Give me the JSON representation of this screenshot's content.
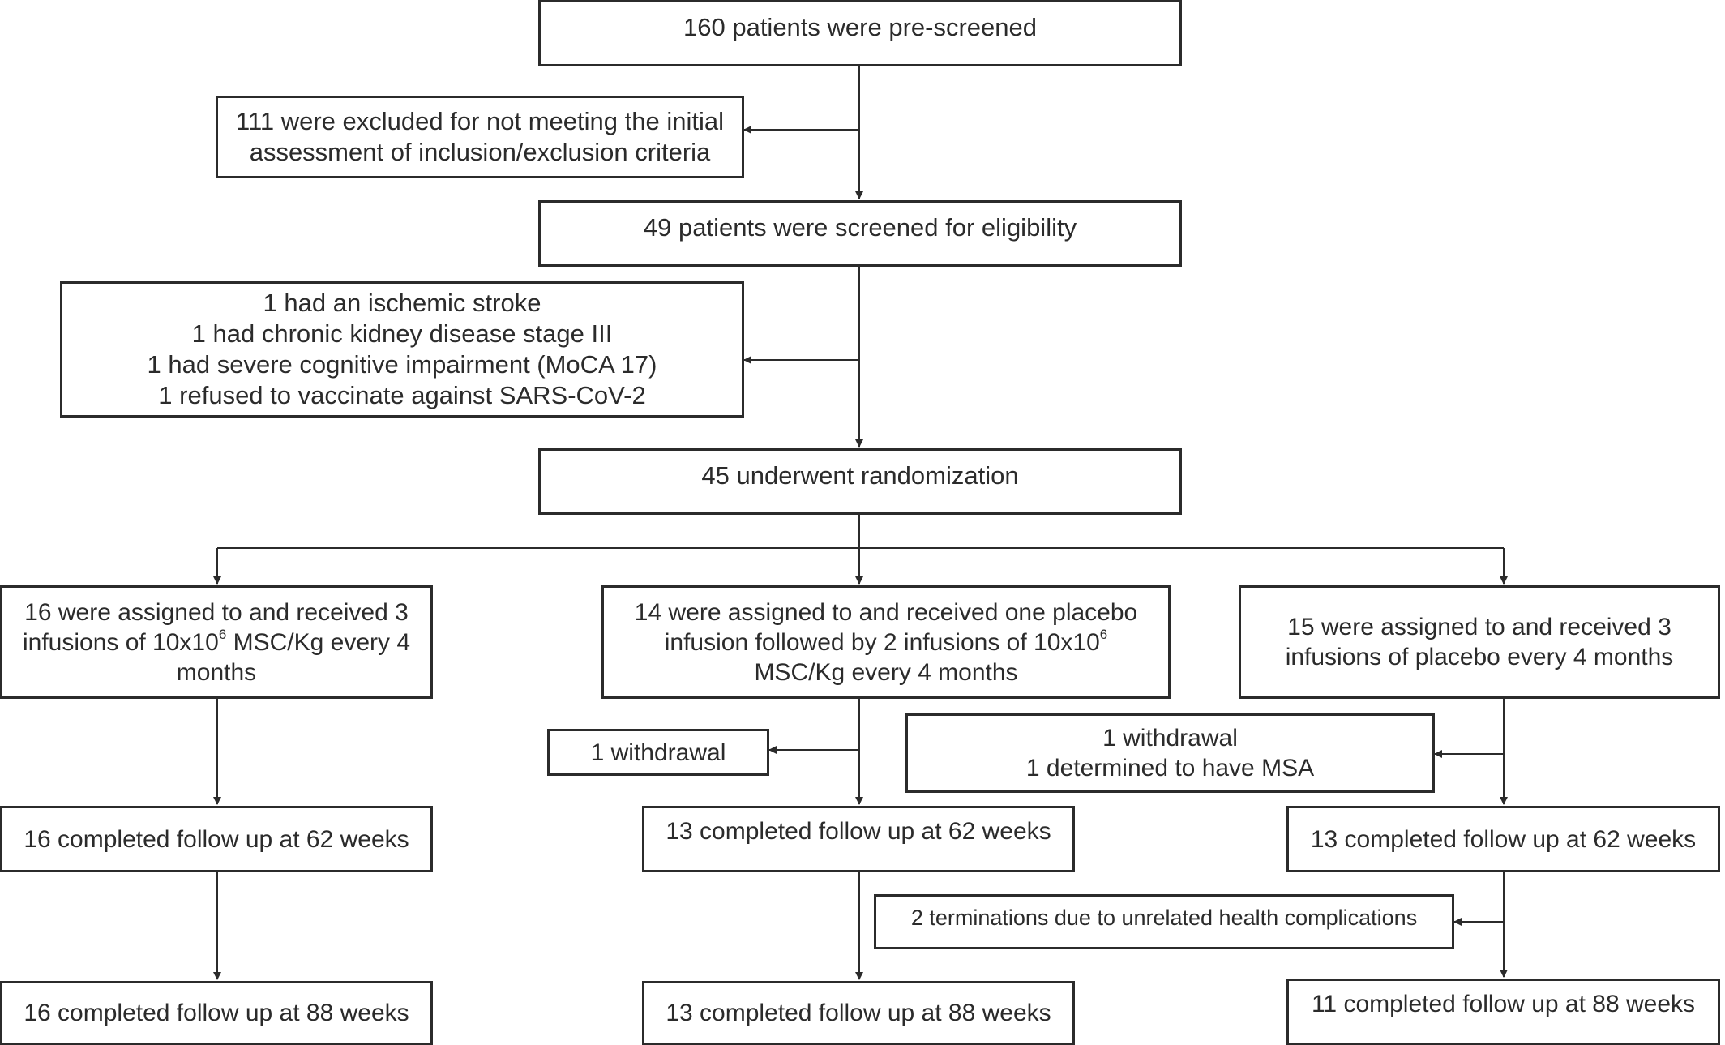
{
  "colors": {
    "stroke": "#2b2b2b",
    "background": "#ffffff"
  },
  "flow": {
    "prescreen": "160 patients were pre-screened",
    "excluded_initial": {
      "line1": "111 were excluded for not meeting the initial",
      "line2": "assessment of inclusion/exclusion criteria"
    },
    "screened": "49 patients were screened for eligibility",
    "excluded_screen": {
      "line1": "1 had an ischemic stroke",
      "line2": "1 had chronic kidney disease stage III",
      "line3": "1 had severe cognitive impairment (MoCA 17)",
      "line4": "1 refused to vaccinate against SARS-CoV-2"
    },
    "randomized": "45 underwent randomization",
    "arm_msc": {
      "assigned": {
        "line1": "16 were assigned to and received 3",
        "line2_pre": "infusions of 10x10",
        "line2_sup": "6",
        "line2_post": " MSC/Kg every 4",
        "line3": "months"
      },
      "week62": "16 completed follow up at 62 weeks",
      "week88": "16 completed follow up at 88 weeks"
    },
    "arm_mixed": {
      "assigned": {
        "line1": "14 were assigned to and received one placebo",
        "line2_pre": "infusion followed by 2 infusions of 10x10",
        "line2_sup": "6",
        "line3": "MSC/Kg every 4 months"
      },
      "withdrawal": "1 withdrawal",
      "week62": "13 completed follow up at 62 weeks",
      "week88": "13 completed follow up at 88 weeks"
    },
    "arm_placebo": {
      "assigned": {
        "line1": "15 were assigned to and received 3",
        "line2": "infusions of placebo every 4 months"
      },
      "dropout": {
        "line1": "1 withdrawal",
        "line2": "1 determined to have MSA"
      },
      "week62": "13 completed follow up at 62 weeks",
      "terminations": "2 terminations due to unrelated health complications",
      "week88": "11 completed follow up at 88 weeks"
    }
  }
}
